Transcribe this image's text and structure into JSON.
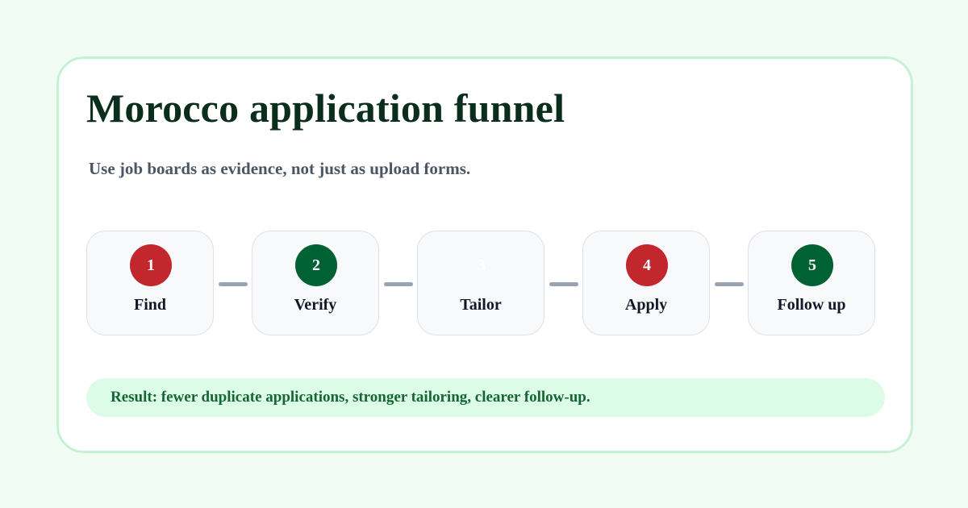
{
  "title": "Morocco application funnel",
  "subtitle": "Use job boards as evidence, not just as upload forms.",
  "steps": [
    {
      "number": "1",
      "label": "Find",
      "badge_color": "#c1272d"
    },
    {
      "number": "2",
      "label": "Verify",
      "badge_color": "#006233"
    },
    {
      "number": "3",
      "label": "Tailor",
      "badge_color": "#ffffff"
    },
    {
      "number": "4",
      "label": "Apply",
      "badge_color": "#c1272d"
    },
    {
      "number": "5",
      "label": "Follow up",
      "badge_color": "#006233"
    }
  ],
  "result": "Result: fewer duplicate applications, stronger tailoring, clearer follow-up.",
  "colors": {
    "background": "#f0fcf4",
    "card_border": "#c6f2d4",
    "title": "#0b2e1c",
    "red": "#c1272d",
    "green": "#006233",
    "result_bg": "#dcfce7",
    "result_text": "#166534",
    "connector": "#9aa3b2"
  }
}
